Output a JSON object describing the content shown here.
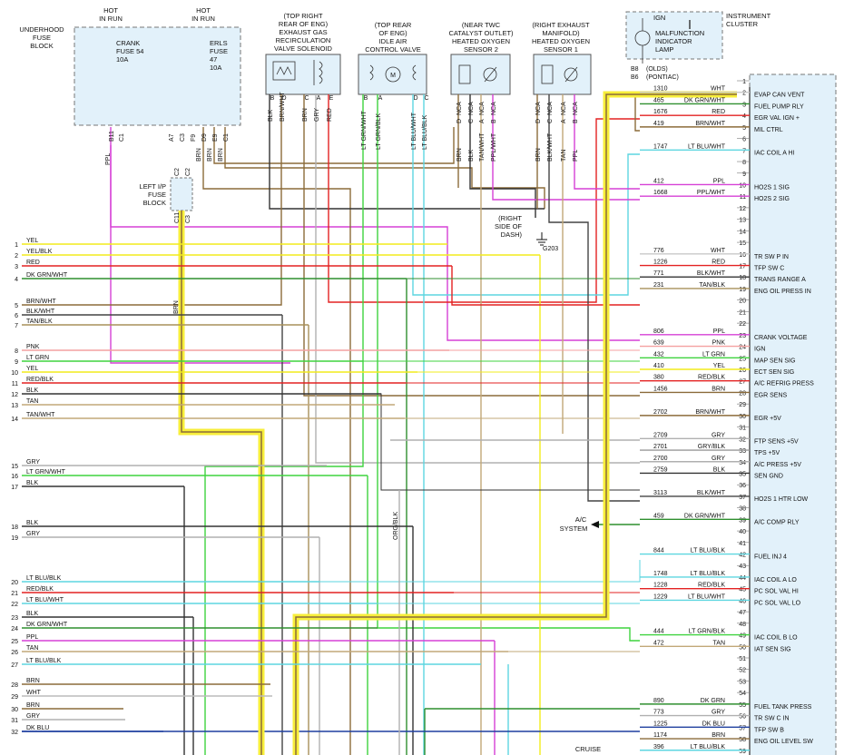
{
  "fuse_block": {
    "title": [
      "UNDERHOOD",
      "FUSE",
      "BLOCK"
    ],
    "fuse1": {
      "header": [
        "HOT",
        "IN RUN"
      ],
      "label": [
        "CRANK",
        "FUSE 54",
        "10A"
      ]
    },
    "fuse2": {
      "header": [
        "HOT",
        "IN RUN"
      ],
      "label": [
        "ERLS",
        "FUSE",
        "47",
        "10A"
      ]
    },
    "pins": [
      "B11",
      "C1",
      "A7",
      "C3",
      "F9",
      "D9",
      "E9",
      "C1"
    ],
    "wires": [
      "PPL",
      "BRN",
      "BRN",
      "BRN"
    ]
  },
  "ip_fuse_block": {
    "title": [
      "LEFT I/P",
      "FUSE",
      "BLOCK"
    ],
    "top_pins": [
      "C2",
      "C2"
    ],
    "bottom_pins": [
      "C11",
      "C3"
    ],
    "wire": "BRN"
  },
  "egr_solenoid": {
    "title": [
      "(TOP RIGHT",
      "REAR OF ENG)",
      "EXHAUST GAS",
      "RECIRCULATION",
      "VALVE SOLENOID"
    ],
    "pins": [
      "B",
      "D",
      "C",
      "A",
      "E"
    ],
    "wires": [
      "BLK",
      "BRN/WHT",
      "BRN",
      "GRY",
      "RED"
    ]
  },
  "iac_valve": {
    "title": [
      "(TOP REAR",
      "OF ENG)",
      "IDLE AIR",
      "CONTROL VALVE"
    ],
    "pins": [
      "B",
      "A",
      "D",
      "C"
    ],
    "wires": [
      "LT GRN/WHT",
      "LT GRN/BLK",
      "LT BLU/WHT",
      "LT BLU/BLK"
    ],
    "motor": "M"
  },
  "o2_sensor2": {
    "title": [
      "(NEAR TWC",
      "CATALYST OUTLET)",
      "HEATED OXYGEN",
      "SENSOR 2"
    ],
    "pins": [
      "D",
      "C",
      "A",
      "B"
    ],
    "nca": [
      "NCA",
      "NCA",
      "NCA",
      "NCA"
    ],
    "wires": [
      "BRN",
      "BLK",
      "TAN/WHT",
      "PPL/WHT"
    ]
  },
  "o2_sensor1": {
    "title": [
      "(RIGHT EXHAUST",
      "MANIFOLD)",
      "HEATED OXYGEN",
      "SENSOR 1"
    ],
    "pins": [
      "D",
      "C",
      "A",
      "B"
    ],
    "nca": [
      "NCA",
      "NCA",
      "NCA",
      "NCA"
    ],
    "wires": [
      "BRN",
      "BLK/WHT",
      "TAN",
      "PPL"
    ]
  },
  "ground": {
    "label": [
      "(RIGHT",
      "SIDE OF",
      "DASH)"
    ],
    "id": "G203"
  },
  "cluster": {
    "title": [
      "INSTRUMENT",
      "CLUSTER"
    ],
    "ign": "IGN",
    "lamp": [
      "MALFUNCTION",
      "INDICATOR",
      "LAMP"
    ],
    "pins": [
      "B8",
      "B6"
    ],
    "variants": [
      "(OLDS)",
      "(PONTIAC)"
    ]
  },
  "ac_system": [
    "A/C",
    "SYSTEM"
  ],
  "cruise_label": "CRUISE",
  "org_blk": "ORG/BLK",
  "left_wires": [
    {
      "n": "1",
      "label": "YEL",
      "color": "#f2ec1c"
    },
    {
      "n": "2",
      "label": "YEL/BLK",
      "color": "#f2ec1c"
    },
    {
      "n": "3",
      "label": "RED",
      "color": "#e32222"
    },
    {
      "n": "4",
      "label": "DK GRN/WHT",
      "color": "#2f8f2f"
    },
    {
      "n": "5",
      "label": "BRN/WHT",
      "color": "#8b6b3a"
    },
    {
      "n": "6",
      "label": "BLK/WHT",
      "color": "#444444"
    },
    {
      "n": "7",
      "label": "TAN/BLK",
      "color": "#a8905a"
    },
    {
      "n": "8",
      "label": "PNK",
      "color": "#f4a0a0"
    },
    {
      "n": "9",
      "label": "LT GRN",
      "color": "#3fd33f"
    },
    {
      "n": "10",
      "label": "YEL",
      "color": "#f2ec1c"
    },
    {
      "n": "11",
      "label": "RED/BLK",
      "color": "#e32222"
    },
    {
      "n": "12",
      "label": "BLK",
      "color": "#333333"
    },
    {
      "n": "13",
      "label": "TAN",
      "color": "#c2a878"
    },
    {
      "n": "14",
      "label": "TAN/WHT",
      "color": "#c2a878"
    },
    {
      "n": "15",
      "label": "GRY",
      "color": "#b0b0b0"
    },
    {
      "n": "16",
      "label": "LT GRN/WHT",
      "color": "#3fd33f"
    },
    {
      "n": "17",
      "label": "BLK",
      "color": "#333333"
    },
    {
      "n": "18",
      "label": "BLK",
      "color": "#333333"
    },
    {
      "n": "19",
      "label": "GRY",
      "color": "#b0b0b0"
    },
    {
      "n": "20",
      "label": "LT BLU/BLK",
      "color": "#5dd6e0"
    },
    {
      "n": "21",
      "label": "RED/BLK",
      "color": "#e32222"
    },
    {
      "n": "22",
      "label": "LT BLU/WHT",
      "color": "#5dd6e0"
    },
    {
      "n": "23",
      "label": "BLK",
      "color": "#333333"
    },
    {
      "n": "24",
      "label": "DK GRN/WHT",
      "color": "#2f8f2f"
    },
    {
      "n": "25",
      "label": "PPL",
      "color": "#d640d6"
    },
    {
      "n": "26",
      "label": "TAN",
      "color": "#c2a878"
    },
    {
      "n": "27",
      "label": "LT BLU/BLK",
      "color": "#5dd6e0"
    },
    {
      "n": "28",
      "label": "BRN",
      "color": "#8b6b3a"
    },
    {
      "n": "29",
      "label": "WHT",
      "color": "#bbbbbb"
    },
    {
      "n": "30",
      "label": "BRN",
      "color": "#8b6b3a"
    },
    {
      "n": "31",
      "label": "GRY",
      "color": "#b0b0b0"
    },
    {
      "n": "32",
      "label": "DK BLU",
      "color": "#1f3f9f"
    }
  ],
  "pcm_pins": [
    {
      "pin": "1",
      "circuit": "",
      "color": "",
      "name": ""
    },
    {
      "pin": "2",
      "circuit": "1310",
      "color": "WHT",
      "name": "EVAP CAN VENT"
    },
    {
      "pin": "3",
      "circuit": "465",
      "color": "DK GRN/WHT",
      "name": "FUEL PUMP RLY"
    },
    {
      "pin": "4",
      "circuit": "1676",
      "color": "RED",
      "name": "EGR VAL IGN +"
    },
    {
      "pin": "5",
      "circuit": "419",
      "color": "BRN/WHT",
      "name": "MIL CTRL"
    },
    {
      "pin": "6",
      "circuit": "",
      "color": "",
      "name": ""
    },
    {
      "pin": "7",
      "circuit": "1747",
      "color": "LT BLU/WHT",
      "name": "IAC COIL A HI"
    },
    {
      "pin": "8",
      "circuit": "",
      "color": "",
      "name": ""
    },
    {
      "pin": "9",
      "circuit": "",
      "color": "",
      "name": ""
    },
    {
      "pin": "10",
      "circuit": "412",
      "color": "PPL",
      "name": "HO2S 1 SIG"
    },
    {
      "pin": "11",
      "circuit": "1668",
      "color": "PPL/WHT",
      "name": "HO2S 2 SIG"
    },
    {
      "pin": "12",
      "circuit": "",
      "color": "",
      "name": ""
    },
    {
      "pin": "13",
      "circuit": "",
      "color": "",
      "name": ""
    },
    {
      "pin": "14",
      "circuit": "",
      "color": "",
      "name": ""
    },
    {
      "pin": "15",
      "circuit": "",
      "color": "",
      "name": ""
    },
    {
      "pin": "16",
      "circuit": "776",
      "color": "WHT",
      "name": "TR SW P IN"
    },
    {
      "pin": "17",
      "circuit": "1226",
      "color": "RED",
      "name": "TFP SW C"
    },
    {
      "pin": "18",
      "circuit": "771",
      "color": "BLK/WHT",
      "name": "TRANS RANGE A"
    },
    {
      "pin": "19",
      "circuit": "231",
      "color": "TAN/BLK",
      "name": "ENG OIL PRESS IN"
    },
    {
      "pin": "20",
      "circuit": "",
      "color": "",
      "name": ""
    },
    {
      "pin": "21",
      "circuit": "",
      "color": "",
      "name": ""
    },
    {
      "pin": "22",
      "circuit": "",
      "color": "",
      "name": ""
    },
    {
      "pin": "23",
      "circuit": "806",
      "color": "PPL",
      "name": "CRANK VOLTAGE"
    },
    {
      "pin": "24",
      "circuit": "639",
      "color": "PNK",
      "name": "IGN"
    },
    {
      "pin": "25",
      "circuit": "432",
      "color": "LT GRN",
      "name": "MAP SEN SIG"
    },
    {
      "pin": "26",
      "circuit": "410",
      "color": "YEL",
      "name": "ECT SEN SIG"
    },
    {
      "pin": "27",
      "circuit": "380",
      "color": "RED/BLK",
      "name": "A/C REFRIG PRESS"
    },
    {
      "pin": "28",
      "circuit": "1456",
      "color": "BRN",
      "name": "EGR SENS"
    },
    {
      "pin": "29",
      "circuit": "",
      "color": "",
      "name": ""
    },
    {
      "pin": "30",
      "circuit": "2702",
      "color": "BRN/WHT",
      "name": "EGR +5V"
    },
    {
      "pin": "31",
      "circuit": "",
      "color": "",
      "name": ""
    },
    {
      "pin": "32",
      "circuit": "2709",
      "color": "GRY",
      "name": "FTP SENS +5V"
    },
    {
      "pin": "33",
      "circuit": "2701",
      "color": "GRY/BLK",
      "name": "TPS +5V"
    },
    {
      "pin": "34",
      "circuit": "2700",
      "color": "GRY",
      "name": "A/C PRESS +5V"
    },
    {
      "pin": "35",
      "circuit": "2759",
      "color": "BLK",
      "name": "SEN GND"
    },
    {
      "pin": "36",
      "circuit": "",
      "color": "",
      "name": ""
    },
    {
      "pin": "37",
      "circuit": "3113",
      "color": "BLK/WHT",
      "name": "HO2S 1 HTR LOW"
    },
    {
      "pin": "38",
      "circuit": "",
      "color": "",
      "name": ""
    },
    {
      "pin": "39",
      "circuit": "459",
      "color": "DK GRN/WHT",
      "name": "A/C COMP RLY"
    },
    {
      "pin": "40",
      "circuit": "",
      "color": "",
      "name": ""
    },
    {
      "pin": "41",
      "circuit": "",
      "color": "",
      "name": ""
    },
    {
      "pin": "42",
      "circuit": "844",
      "color": "LT BLU/BLK",
      "name": "FUEL INJ 4"
    },
    {
      "pin": "43",
      "circuit": "",
      "color": "",
      "name": ""
    },
    {
      "pin": "44",
      "circuit": "1748",
      "color": "LT BLU/BLK",
      "name": "IAC COIL A LO"
    },
    {
      "pin": "45",
      "circuit": "1228",
      "color": "RED/BLK",
      "name": "PC SOL VAL HI"
    },
    {
      "pin": "46",
      "circuit": "1229",
      "color": "LT BLU/WHT",
      "name": "PC SOL VAL LO"
    },
    {
      "pin": "47",
      "circuit": "",
      "color": "",
      "name": ""
    },
    {
      "pin": "48",
      "circuit": "",
      "color": "",
      "name": ""
    },
    {
      "pin": "49",
      "circuit": "444",
      "color": "LT GRN/BLK",
      "name": "IAC COIL B LO"
    },
    {
      "pin": "50",
      "circuit": "472",
      "color": "TAN",
      "name": "IAT SEN SIG"
    },
    {
      "pin": "51",
      "circuit": "",
      "color": "",
      "name": ""
    },
    {
      "pin": "52",
      "circuit": "",
      "color": "",
      "name": ""
    },
    {
      "pin": "53",
      "circuit": "",
      "color": "",
      "name": ""
    },
    {
      "pin": "54",
      "circuit": "",
      "color": "",
      "name": ""
    },
    {
      "pin": "55",
      "circuit": "890",
      "color": "DK GRN",
      "name": "FUEL TANK PRESS"
    },
    {
      "pin": "56",
      "circuit": "773",
      "color": "GRY",
      "name": "TR SW C IN"
    },
    {
      "pin": "57",
      "circuit": "1225",
      "color": "DK BLU",
      "name": "TFP SW B"
    },
    {
      "pin": "58",
      "circuit": "1174",
      "color": "BRN",
      "name": "ENG OIL LEVEL SW"
    },
    {
      "pin": "59",
      "circuit": "396",
      "color": "LT BLU/BLK",
      "name": ""
    }
  ]
}
